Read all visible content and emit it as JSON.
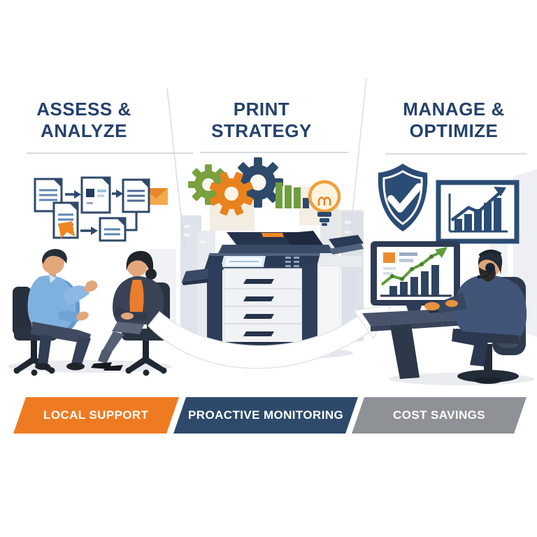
{
  "page": {
    "bg": "#ffffff",
    "kind": "managed-print-services-infographic"
  },
  "columns": [
    {
      "id": "assess-analyze",
      "title_lines": [
        "ASSESS &",
        "ANALYZE"
      ]
    },
    {
      "id": "print-strategy",
      "title_lines": [
        "PRINT",
        "STRATEGY"
      ]
    },
    {
      "id": "manage-optimize",
      "title_lines": [
        "MANAGE &",
        "OPTIMIZE"
      ]
    }
  ],
  "banner": {
    "items": [
      {
        "label": "LOCAL SUPPORT",
        "color": "#EE7B22"
      },
      {
        "label": "PROACTIVE MONITORING",
        "color": "#2E4A6B"
      },
      {
        "label": "COST SAVINGS",
        "color": "#8E9196"
      }
    ]
  },
  "palette": {
    "heading_navy": "#24426B",
    "accent_orange": "#EE7B22",
    "navy": "#2E4A6B",
    "green": "#6F9E3F",
    "gray": "#8E9196",
    "underline": "#C9CFD7"
  },
  "icons": [
    "document-flow-icon",
    "flow-arrow-icon",
    "envelope-icon",
    "bookmark-ribbon-icon",
    "gear-icon-green",
    "gear-icon-orange",
    "gear-icon-navy",
    "mini-bar-chart-icon",
    "lightbulb-icon",
    "printer-icon",
    "shield-check-icon",
    "growth-chart-frame-icon",
    "monitor-dashboard-icon",
    "swoosh-arrow-icon",
    "headset-icon"
  ]
}
